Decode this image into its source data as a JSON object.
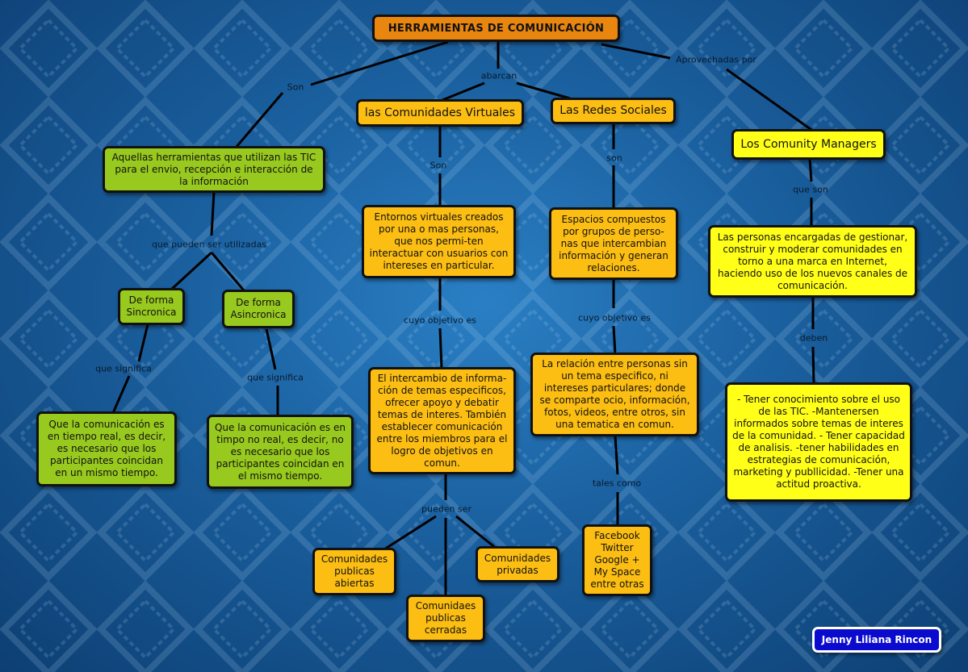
{
  "title": "HERRAMIENTAS DE COMUNICACIÓN",
  "nodes": {
    "title": "HERRAMIENTAS DE COMUNICACIÓN",
    "definition": "Aquellas herramientas que utilizan las TIC para el envio, recepción e interacción de la información",
    "sincronica": "De forma Sincronica",
    "asincronica": "De forma Asincronica",
    "sincronica_def": "Que la comunicación es en tiempo real, es decir, es necesario que los participantes coincidan en un mismo tiempo.",
    "asincronica_def": "Que la comunicación es en timpo no real, es decir, no es necesario que los participantes coincidan en el mismo tiempo.",
    "comunidades": "las Comunidades Virtuales",
    "comunidades_def": "Entornos virtuales creados por una o mas personas, que nos permi-ten interactuar con usuarios con intereses en particular.",
    "comunidades_obj": "El intercambio de informa-ción de temas especificos, ofrecer apoyo y debatir temas de interes. También establecer comunicación entre los miembros para el logro de objetivos en comun.",
    "com_abiertas": "Comunidades publicas abiertas",
    "com_cerradas": "Comunidaes publicas cerradas",
    "com_privadas": "Comunidades privadas",
    "redes": "Las Redes Sociales",
    "redes_def": "Espacios compuestos por grupos de perso-nas que intercambian información y generan relaciones.",
    "redes_obj": "La relación entre personas sin un tema especifico, ni intereses particulares; donde se comparte ocio, información, fotos, videos, entre otros, sin una tematica en comun.",
    "redes_ejemplos": "Facebook Twitter Google + My Space entre otras",
    "managers": "Los Comunity Managers",
    "managers_def": "Las personas encargadas de gestionar, construir y moderar comunidades en torno a una marca en Internet, haciendo uso de los nuevos canales de comunicación.",
    "managers_deben": "- Tener conocimiento sobre el uso de las TIC. -Mantenersen informados sobre temas de interes de la comunidad. - Tener capacidad de analisis. -tener habilidades en estrategias de comunicación, marketing y publlicidad. -Tener una actitud proactiva.",
    "author": "Jenny Liliana Rincon"
  },
  "labels": {
    "son": "Son",
    "abarcan": "abarcan",
    "aprovechadas": "Aprovechadas por",
    "utilizadas": "que pueden ser utilizadas",
    "significa1": "que significa",
    "significa2": "que significa",
    "son_com": "Son",
    "objetivo_com": "cuyo objetivo es",
    "pueden_ser": "pueden ser",
    "son_redes": "son",
    "objetivo_redes": "cuyo objetivo es",
    "tales_como": "tales como",
    "que_son": "que son",
    "deben": "deben"
  },
  "colors": {
    "green": "#98c91e",
    "orange": "#fcbe12",
    "yellow": "#ffff17",
    "title_orange": "#e8860f",
    "author_blue": "#0b0bd0",
    "background": "#1a5f9e"
  }
}
